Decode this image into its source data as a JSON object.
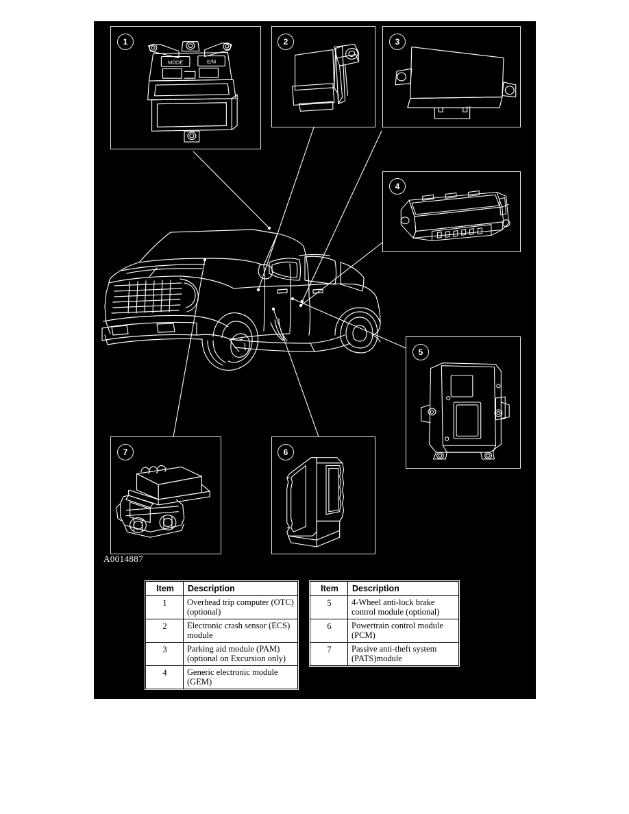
{
  "figure": {
    "id_label": "A0014887",
    "background_color": "#000000",
    "line_color": "#ffffff"
  },
  "callouts": [
    {
      "number": "1",
      "name": "overhead-trip-computer",
      "buttons": [
        "MODE",
        "E/M"
      ]
    },
    {
      "number": "2",
      "name": "electronic-crash-sensor-module"
    },
    {
      "number": "3",
      "name": "parking-aid-module"
    },
    {
      "number": "4",
      "name": "generic-electronic-module"
    },
    {
      "number": "5",
      "name": "abs-control-module"
    },
    {
      "number": "6",
      "name": "powertrain-control-module"
    },
    {
      "number": "7",
      "name": "passive-anti-theft-module"
    }
  ],
  "legend_left": {
    "headers": {
      "item": "Item",
      "description": "Description"
    },
    "rows": [
      {
        "item": "1",
        "description": "Overhead trip computer (OTC) (optional)"
      },
      {
        "item": "2",
        "description": "Electronic crash sensor (ECS) module"
      },
      {
        "item": "3",
        "description": "Parking aid module (PAM) (optional on Excursion only)"
      },
      {
        "item": "4",
        "description": "Generic electronic module (GEM)"
      }
    ]
  },
  "legend_right": {
    "headers": {
      "item": "Item",
      "description": "Description"
    },
    "rows": [
      {
        "item": "5",
        "description": "4-Wheel anti-lock brake control module (optional)"
      },
      {
        "item": "6",
        "description": "Powertrain control module (PCM)"
      },
      {
        "item": "7",
        "description": "Passive anti-theft system (PATS)module"
      }
    ]
  }
}
